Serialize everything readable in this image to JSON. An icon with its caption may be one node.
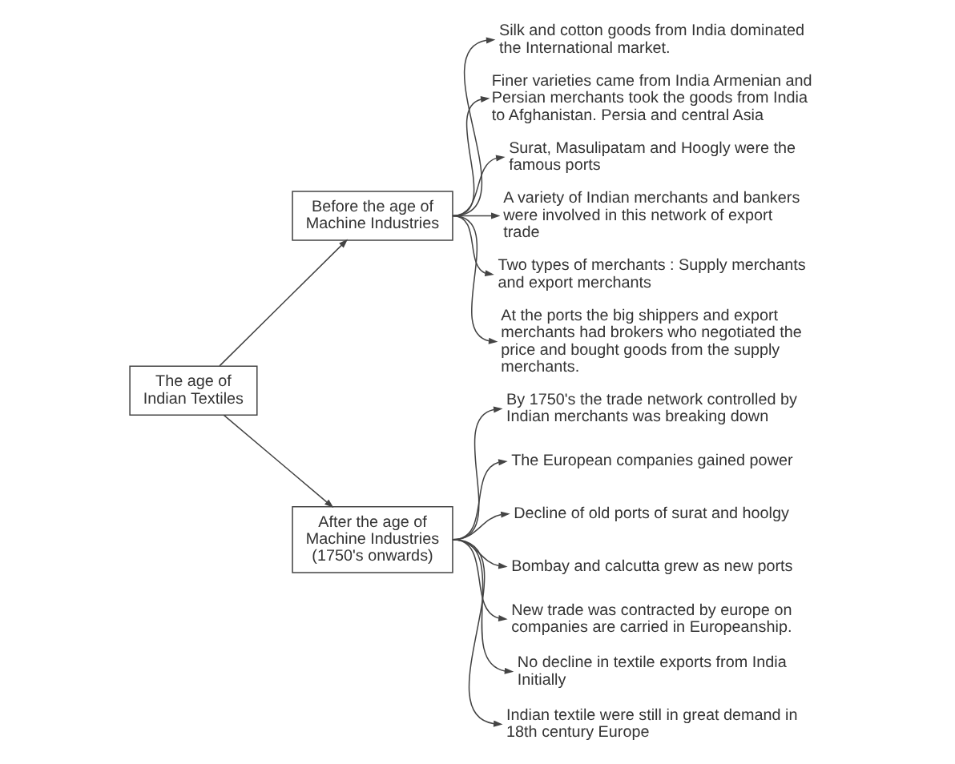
{
  "diagram": {
    "nodes": [
      {
        "text": [
          "The age of Indian Textiles"
        ]
      },
      {
        "text": [
          "Before the age of Machine Industries"
        ]
      },
      {
        "text": [
          "Silk and cotton goods from India dominated the International market."
        ]
      },
      {
        "text": [
          "Finer varieties came from India Armenian and Persian merchants took the goods from India to Afghanistan. Persia and central Asia"
        ]
      },
      {
        "text": [
          "Surat, Masulipatam and Hoogly were the famous ports"
        ]
      },
      {
        "text": [
          "A variety of Indian merchants and bankers were involved in this network of export trade"
        ]
      },
      {
        "text": [
          "Two types of merchants : Supply merchants and export merchants"
        ]
      },
      {
        "text": [
          "At the ports the big shippers and export merchants had brokers who negotiated the price and bought goods from the supply merchants."
        ]
      },
      {
        "text": [
          "After the age of Machine Industries (1750's onwards)"
        ]
      },
      {
        "text": [
          "By 1750's the trade network controlled by Indian merchants was breaking down"
        ]
      },
      {
        "text": [
          "The European companies gained power"
        ]
      },
      {
        "text": [
          "Decline of old ports of surat and hoolgy"
        ]
      },
      {
        "text": [
          "Bombay and calcutta grew as new ports"
        ]
      },
      {
        "text": [
          "New trade was contracted by europe on companies are carried in Europeanship."
        ]
      },
      {
        "text": [
          "No decline in textile exports from India Initially"
        ]
      },
      {
        "text": [
          "Indian textile were still in great demand in 18th century Europe"
        ]
      }
    ],
    "edges": [
      {
        "from": 0,
        "to": 1,
        "arrow": "to"
      },
      {
        "from": 0,
        "to": 8,
        "arrow": "to"
      },
      {
        "from": 1,
        "to": 2,
        "arrow": "to"
      },
      {
        "from": 1,
        "to": 3,
        "arrow": "to"
      },
      {
        "from": 1,
        "to": 4,
        "arrow": "to"
      },
      {
        "from": 1,
        "to": 5,
        "arrow": "to"
      },
      {
        "from": 1,
        "to": 6,
        "arrow": "to"
      },
      {
        "from": 1,
        "to": 7,
        "arrow": "to"
      },
      {
        "from": 8,
        "to": 9,
        "arrow": "to"
      },
      {
        "from": 8,
        "to": 10,
        "arrow": "to"
      },
      {
        "from": 8,
        "to": 11,
        "arrow": "to"
      },
      {
        "from": 8,
        "to": 12,
        "arrow": "to"
      },
      {
        "from": 8,
        "to": 13,
        "arrow": "to"
      },
      {
        "from": 8,
        "to": 14,
        "arrow": "to"
      },
      {
        "from": 8,
        "to": 15,
        "arrow": "to"
      }
    ]
  }
}
